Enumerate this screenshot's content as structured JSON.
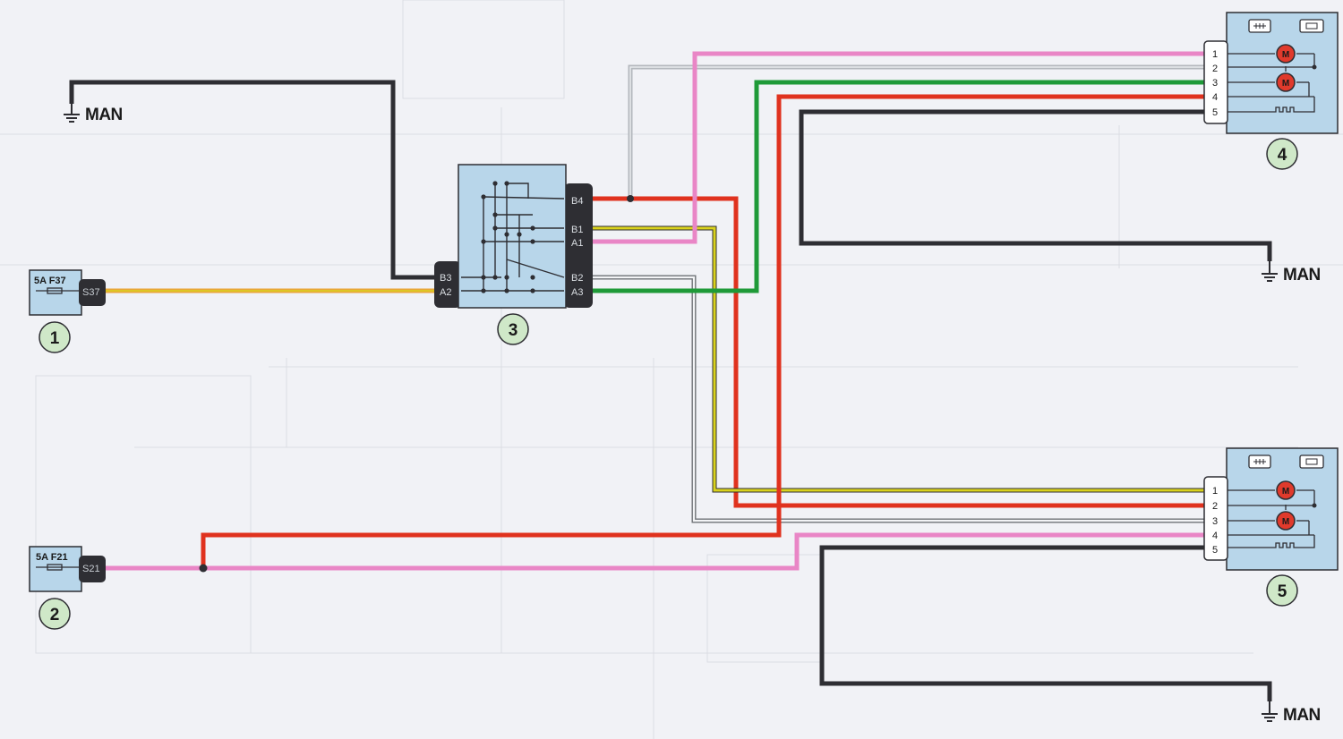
{
  "ground_label": "MAN",
  "fuses": [
    {
      "rating": "5A F37",
      "terminal": "S37",
      "number": "1"
    },
    {
      "rating": "5A F21",
      "terminal": "S21",
      "number": "2"
    }
  ],
  "switch": {
    "number": "3",
    "pins_left": [
      "B3",
      "A2"
    ],
    "pins_right": [
      "B4",
      "B1",
      "A1",
      "B2",
      "A3"
    ]
  },
  "mirrors": [
    {
      "number": "4",
      "pins": [
        "1",
        "2",
        "3",
        "4",
        "5"
      ],
      "motor_symbol": "M"
    },
    {
      "number": "5",
      "pins": [
        "1",
        "2",
        "3",
        "4",
        "5"
      ],
      "motor_symbol": "M"
    }
  ],
  "colors": {
    "wire_black": "#2e2e33",
    "wire_red": "#e0321e",
    "wire_green": "#1f9a38",
    "wire_pink": "#e986c6",
    "wire_yellow": "#d9d21c",
    "wire_orange": "#e9a53a",
    "wire_gray": "#b4b8bd",
    "component_fill": "#b8d6ea",
    "motor_red": "#e03a2c"
  }
}
